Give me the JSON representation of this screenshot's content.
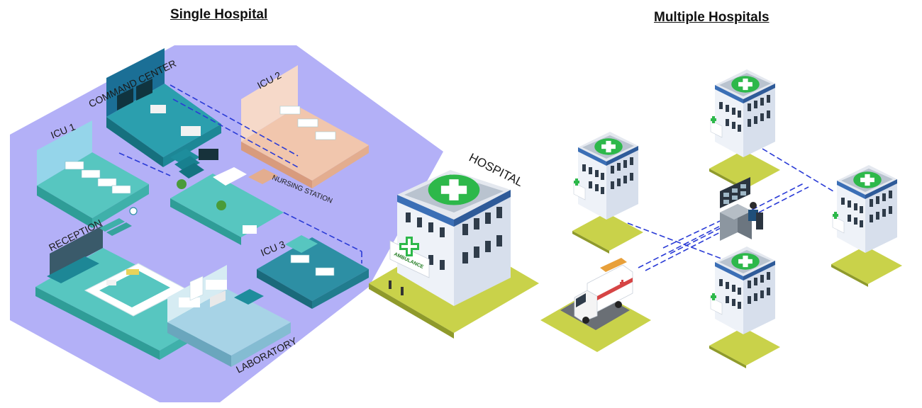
{
  "titles": {
    "single": "Single Hospital",
    "multiple": "Multiple Hospitals"
  },
  "rooms": {
    "command_center": "COMMAND CENTER",
    "icu1": "ICU 1",
    "icu2": "ICU 2",
    "icu3": "ICU 3",
    "reception": "RECEPTION",
    "nursing_station": "NURSING STATION",
    "laboratory": "LABORATORY"
  },
  "building": {
    "hospital_sign": "HOSPITAL",
    "ambulance_sign": "AMBULANCE"
  },
  "colors": {
    "backdrop": "#b3b0f7",
    "teal_floor": "#57c6c0",
    "teal_dark": "#1e7f8f",
    "icu2_floor": "#f1c6ad",
    "lab_floor": "#a7d3e6",
    "hospital_green": "#2db84a",
    "grass": "#c9d24a",
    "link_line": "#2a3bd6"
  }
}
